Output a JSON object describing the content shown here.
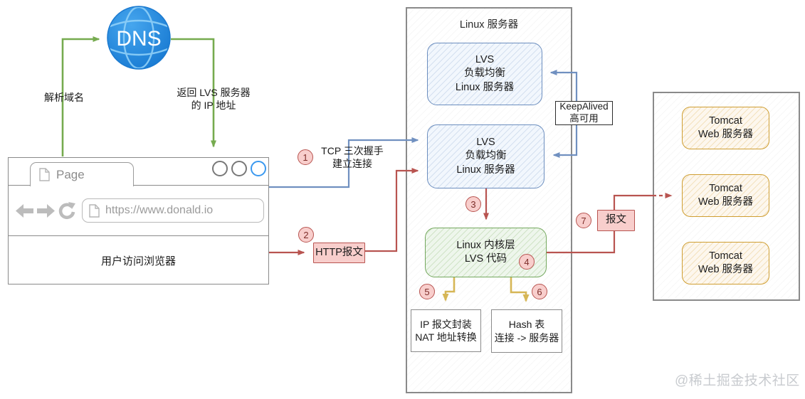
{
  "dns": {
    "label": "DNS"
  },
  "dns_flow": {
    "resolve": "解析域名",
    "return_line1": "返回 LVS 服务器",
    "return_line2": "的 IP 地址"
  },
  "browser": {
    "tab": "Page",
    "url": "https://www.donald.io",
    "caption": "用户访问浏览器"
  },
  "steps": {
    "n1": "1",
    "n2": "2",
    "n3": "3",
    "n4": "4",
    "n5": "5",
    "n6": "6",
    "n7": "7",
    "tcp_line1": "TCP 三次握手",
    "tcp_line2": "建立连接",
    "http_label": "HTTP报文",
    "packet_label": "报文"
  },
  "linux_container": {
    "title": "Linux 服务器",
    "lvs_top": {
      "l1": "LVS",
      "l2": "负载均衡",
      "l3": "Linux 服务器"
    },
    "lvs_main": {
      "l1": "LVS",
      "l2": "负载均衡",
      "l3": "Linux 服务器"
    },
    "keepalived": {
      "l1": "KeepAlived",
      "l2": "高可用"
    },
    "kernel": {
      "l1": "Linux 内核层",
      "l2": "LVS 代码"
    },
    "nat_box": {
      "l1": "IP 报文封装",
      "l2": "NAT 地址转换"
    },
    "hash_box": {
      "l1": "Hash 表",
      "l2": "连接 -> 服务器"
    }
  },
  "tomcat": {
    "servers": [
      {
        "l1": "Tomcat",
        "l2": "Web 服务器"
      },
      {
        "l1": "Tomcat",
        "l2": "Web 服务器"
      },
      {
        "l1": "Tomcat",
        "l2": "Web 服务器"
      }
    ]
  },
  "watermark": "@稀土掘金技术社区",
  "colors": {
    "red_line": "#b85450",
    "pink_fill": "#f8cecc",
    "blue_line": "#7090c0",
    "blue_box_border": "#6c8ebf",
    "green_box_border": "#74a85e",
    "orange_box_border": "#cf9e32",
    "flow_green": "#76ab4f",
    "yellow_line": "#d6b656",
    "dns_blue": "#1e88e5",
    "container_gray": "#8a8a8a"
  }
}
